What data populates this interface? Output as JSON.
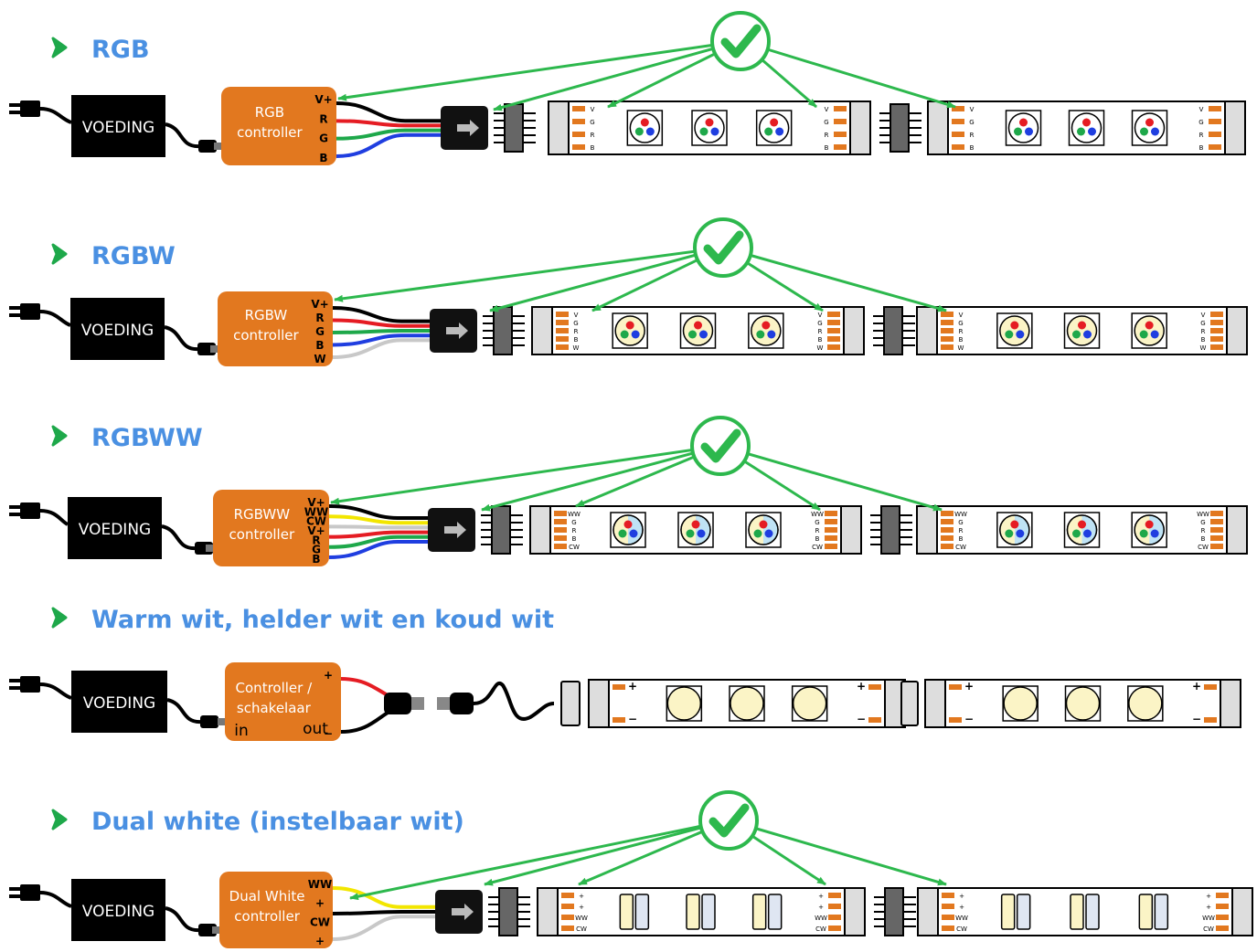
{
  "colors": {
    "title": "#4a90e2",
    "arrow": "#2db84d",
    "controller": "#e2781f",
    "psu": "#000000",
    "wire_red": "#e51c23",
    "wire_green": "#1ea84a",
    "wire_blue": "#1f3ee0",
    "wire_white": "#c8c8c8",
    "wire_yellow": "#f2e600",
    "led_warm": "#fbf4c6",
    "led_cold": "#dfe6f2"
  },
  "icons": {
    "bullet": "chevron-right-icon",
    "check": "checkmark-icon",
    "plug": "power-plug-icon"
  },
  "sections": [
    {
      "title": "RGB",
      "psu_label": "VOEDING",
      "controller_lines": [
        "RGB",
        "controller"
      ],
      "controller_pins": [
        "V+",
        "R",
        "G",
        "B"
      ],
      "strip_pins": [
        "V",
        "G",
        "R",
        "B"
      ],
      "wires": [
        "black",
        "red",
        "green",
        "blue"
      ],
      "led_type": "rgb",
      "compatible": true
    },
    {
      "title": "RGBW",
      "psu_label": "VOEDING",
      "controller_lines": [
        "RGBW",
        "controller"
      ],
      "controller_pins": [
        "V+",
        "R",
        "G",
        "B",
        "W"
      ],
      "strip_pins": [
        "V",
        "G",
        "R",
        "B",
        "W"
      ],
      "wires": [
        "black",
        "red",
        "green",
        "blue",
        "white"
      ],
      "led_type": "rgbw",
      "compatible": true
    },
    {
      "title": "RGBWW",
      "psu_label": "VOEDING",
      "controller_lines": [
        "RGBWW",
        "controller"
      ],
      "controller_pins": [
        "V+",
        "WW",
        "CW",
        "V+",
        "R",
        "G",
        "B"
      ],
      "strip_pins": [
        "WW",
        "G",
        "R",
        "B",
        "CW"
      ],
      "wires": [
        "black",
        "yellow",
        "white",
        "red",
        "green",
        "blue"
      ],
      "led_type": "rgbww",
      "compatible": true
    },
    {
      "title": "Warm wit, helder wit en koud wit",
      "psu_label": "VOEDING",
      "controller_lines": [
        "Controller /",
        "schakelaar"
      ],
      "controller_pins": [
        "+",
        "−"
      ],
      "controller_io": [
        "in",
        "out"
      ],
      "strip_pins": [
        "+",
        "−"
      ],
      "wires": [
        "red",
        "black"
      ],
      "led_type": "white",
      "compatible": false
    },
    {
      "title": "Dual white (instelbaar wit)",
      "psu_label": "VOEDING",
      "controller_lines": [
        "Dual White",
        "controller"
      ],
      "controller_pins": [
        "WW",
        "+",
        "CW",
        "+"
      ],
      "strip_pins": [
        "+",
        "+",
        "WW",
        "CW"
      ],
      "wires": [
        "yellow",
        "black",
        "white"
      ],
      "led_type": "dual",
      "compatible": true
    }
  ]
}
